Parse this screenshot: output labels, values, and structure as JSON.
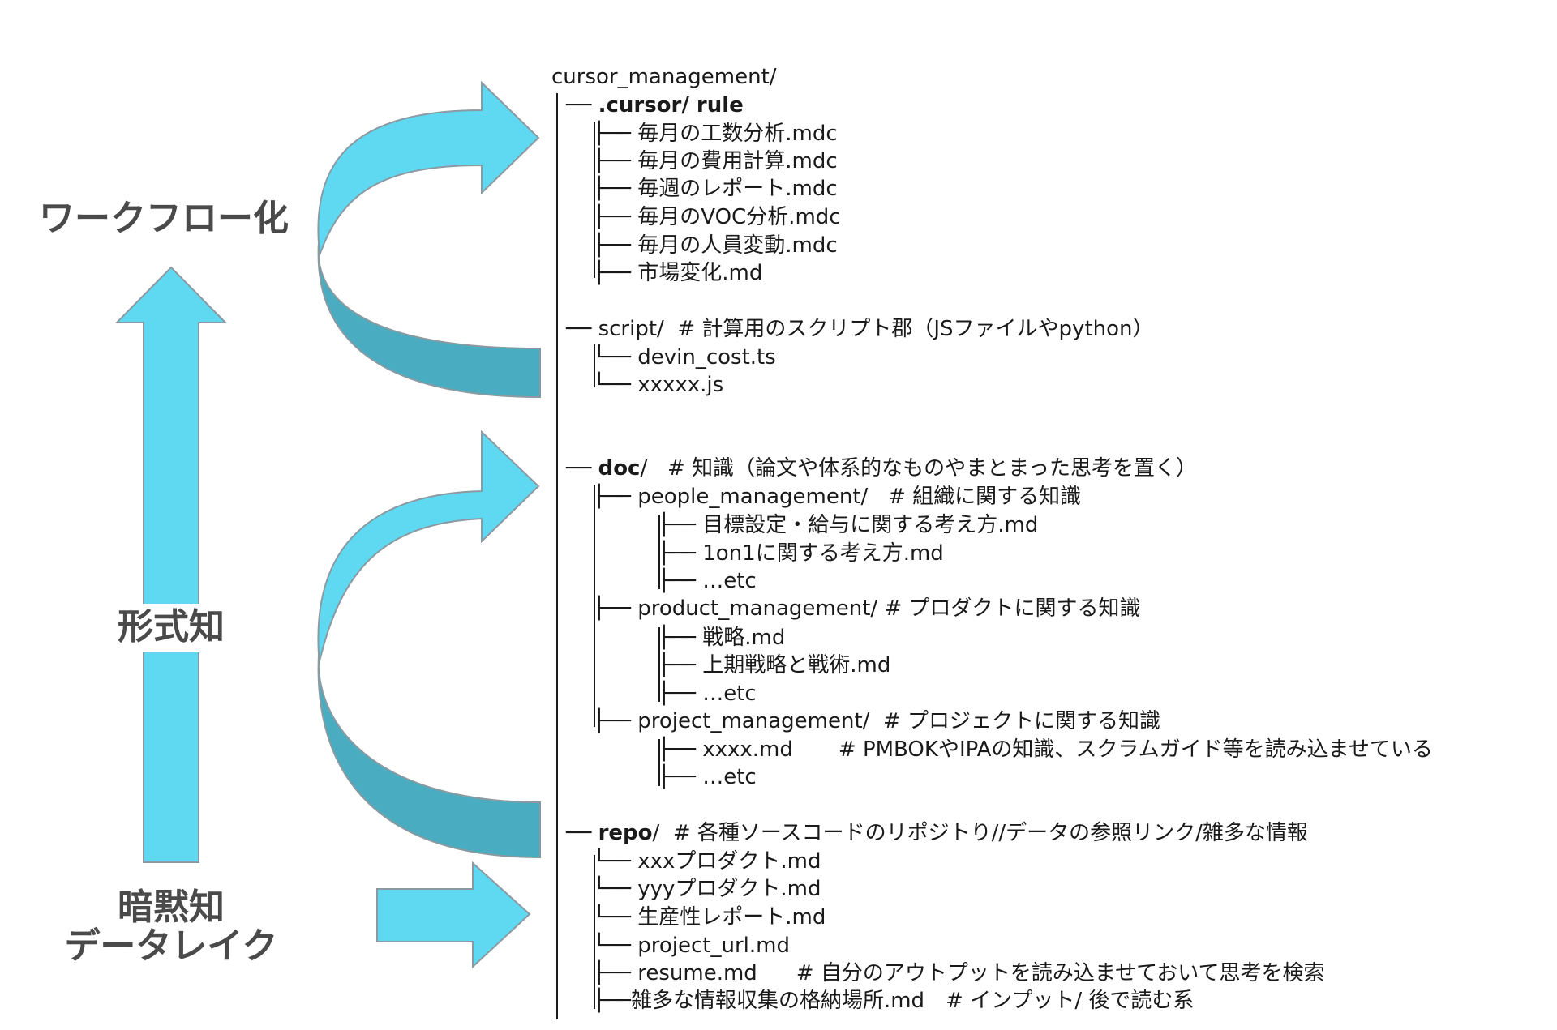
{
  "side_labels": {
    "workflow": "ワークフロー化",
    "explicit": "形式知",
    "tacit": "暗黙知",
    "datalake": "データレイク"
  },
  "colors": {
    "arrow_fill": "#5fd8f2",
    "arrow_back": "#4aacc1",
    "arrow_stroke": "#8a9aa0",
    "tree_line": "#1a1a1a"
  },
  "tree": {
    "root": "cursor_management/",
    "sections": [
      {
        "name": ".cursor/ rule",
        "bold": ".cursor/ rule",
        "comment": "",
        "prefix": "── ",
        "items": [
          {
            "prefix": "├── ",
            "text": "毎月の工数分析.mdc"
          },
          {
            "prefix": "├── ",
            "text": "毎月の費用計算.mdc"
          },
          {
            "prefix": "├── ",
            "text": "毎週のレポート.mdc"
          },
          {
            "prefix": "├── ",
            "text": "毎月のVOC分析.mdc"
          },
          {
            "prefix": "├── ",
            "text": "毎月の人員変動.mdc"
          },
          {
            "prefix": "├── ",
            "text": "市場変化.md"
          }
        ]
      },
      {
        "name": "script/",
        "bold": "",
        "comment": "# 計算用のスクリプト郡（JSファイルやpython）",
        "prefix": "── ",
        "items": [
          {
            "prefix": "└── ",
            "text": " devin_cost.ts"
          },
          {
            "prefix": "└── ",
            "text": " xxxxx.js"
          }
        ]
      },
      {
        "name": "doc/",
        "bold": "doc",
        "comment": "# 知識（論文や体系的なものやまとまった思考を置く）",
        "prefix": "── ",
        "subsections": [
          {
            "prefix": "├── ",
            "name": "people_management/",
            "comment": "# 組織に関する知識",
            "items": [
              "目標設定・給与に関する考え方.md",
              "1on1に関する考え方.md",
              "…etc"
            ]
          },
          {
            "prefix": "├── ",
            "name": "product_management/",
            "comment": "# プロダクトに関する知識",
            "items": [
              "戦略.md",
              "上期戦略と戦術.md",
              "…etc"
            ]
          },
          {
            "prefix": "├── ",
            "name": "project_management/",
            "comment": "# プロジェクトに関する知識",
            "items": [
              "xxxx.md",
              "…etc"
            ],
            "item_comment": "# PMBOKやIPAの知識、スクラムガイド等を読み込ませている"
          }
        ]
      },
      {
        "name": "repo/",
        "bold": "repo",
        "comment": "# 各種ソースコードのリポジトり//データの参照リンク/雑多な情報",
        "prefix": "── ",
        "items": [
          {
            "prefix": "└── ",
            "text": "xxxプロダクト.md"
          },
          {
            "prefix": "└── ",
            "text": "yyyプロダクト.md"
          },
          {
            "prefix": "└── ",
            "text": "生産性レポート.md"
          },
          {
            "prefix": "└── ",
            "text": "project_url.md"
          },
          {
            "prefix": "├── ",
            "text": "resume.md",
            "comment": "# 自分のアウトプットを読み込ませておいて思考を検索"
          },
          {
            "prefix": "├──",
            "text": "雑多な情報収集の格納場所.md",
            "comment": "# インプット/ 後で読む系"
          }
        ]
      }
    ]
  }
}
